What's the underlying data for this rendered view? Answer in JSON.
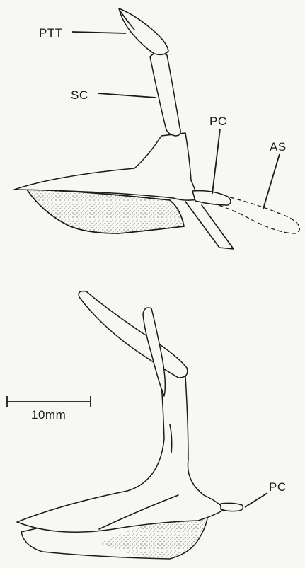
{
  "labels": {
    "ptt": "PTT",
    "sc": "SC",
    "pc_top": "PC",
    "as": "AS",
    "pc_bottom": "PC"
  },
  "scale_bar": {
    "label": "10mm"
  },
  "colors": {
    "ink": "#1a1a1a",
    "paper": "#f7f7f3"
  }
}
